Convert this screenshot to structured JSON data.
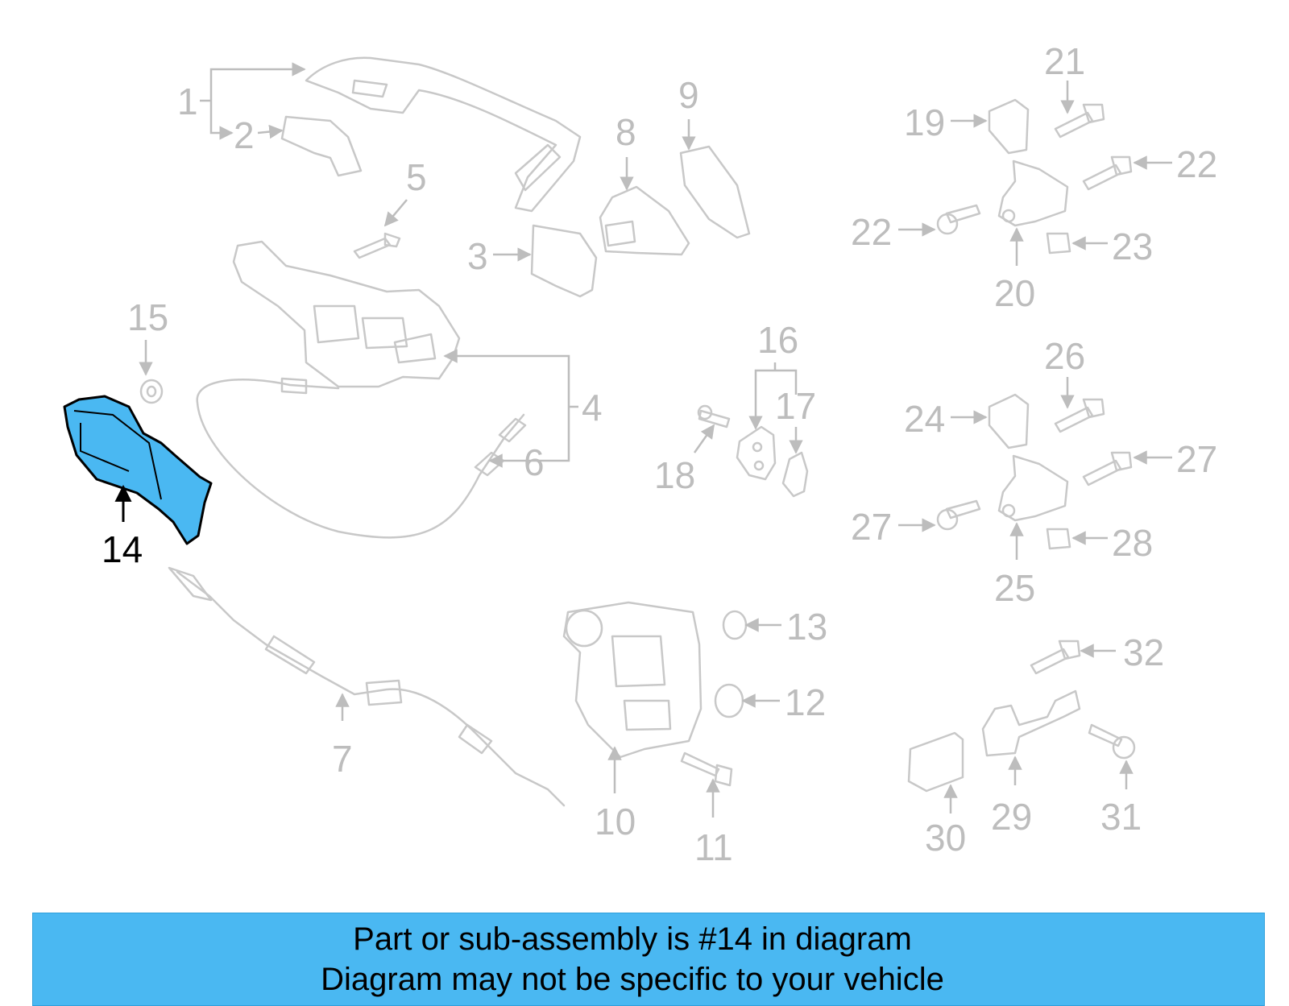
{
  "diagram": {
    "colors": {
      "part_line": "#c8c8c8",
      "label": "#bdbdbd",
      "highlight_fill": "#4ab8f2",
      "highlight_label": "#000000",
      "banner": "#4ab8f2"
    },
    "highlighted_part": "14",
    "callouts": [
      "1",
      "2",
      "3",
      "4",
      "5",
      "6",
      "7",
      "8",
      "9",
      "10",
      "11",
      "12",
      "13",
      "14",
      "15",
      "16",
      "17",
      "18",
      "19",
      "20",
      "21",
      "22",
      "22",
      "23",
      "24",
      "25",
      "26",
      "27",
      "27",
      "28",
      "29",
      "30",
      "31",
      "32"
    ]
  },
  "banner": {
    "line1": "Part or sub-assembly is #14 in diagram",
    "line2": "Diagram may not be specific to your vehicle"
  }
}
